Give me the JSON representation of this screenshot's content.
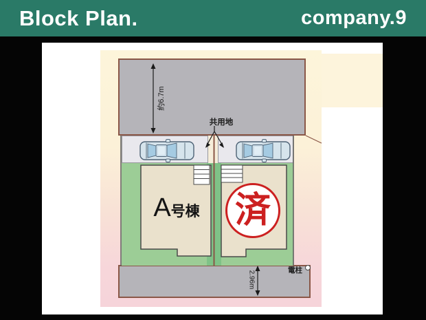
{
  "header": {
    "title": "Block Plan.",
    "company": "company.9"
  },
  "plan": {
    "road_top": {
      "dimension": "約6.7m"
    },
    "shared_area": {
      "label": "共用地"
    },
    "lot_a": {
      "name_main": "A",
      "name_sub": "号棟"
    },
    "lot_b": {
      "sold_stamp": "済"
    },
    "road_bottom": {
      "dimension": "2.96m",
      "utility_pole": "電柱"
    }
  },
  "colors": {
    "header_bg": "#2a7a67",
    "road_fill": "#b5b4b9",
    "road_border": "#8a5747",
    "yard_green": "#9ccd96",
    "yard_green_dark": "#7fc287",
    "building_fill": "#eae1cc",
    "plan_cream": "#fdf4da",
    "plan_pink": "#f7d6da",
    "sold_red": "#cc2020",
    "car_body": "#d6e4ec",
    "car_glass": "#a5cbe2"
  }
}
